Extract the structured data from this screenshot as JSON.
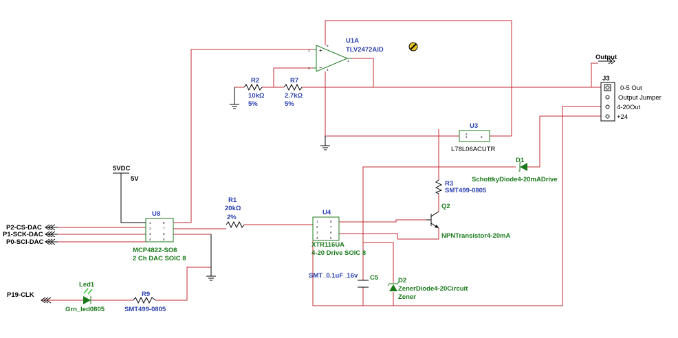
{
  "opamp": {
    "ref": "U1A",
    "part": "TLV2472AID"
  },
  "r2": {
    "ref": "R2",
    "value": "10kΩ",
    "tol": "5%"
  },
  "r7": {
    "ref": "R7",
    "value": "2.7kΩ",
    "tol": "5%"
  },
  "r1": {
    "ref": "R1",
    "value": "20kΩ",
    "tol": "2%"
  },
  "r3": {
    "ref": "R3",
    "part": "SMT499-0805"
  },
  "r9": {
    "ref": "R9",
    "part": "SMT499-0805"
  },
  "u3": {
    "ref": "U3",
    "part": "L78L06ACUTR"
  },
  "u8": {
    "ref": "U8",
    "part": "MCP4822-SO8",
    "desc": "2 Ch DAC SOIC 8"
  },
  "u4": {
    "ref": "U4",
    "part": "XTR116UA",
    "desc": "4-20 Drive SOIC 8"
  },
  "q2": {
    "ref": "Q2",
    "part": "NPNTransistor4-20mA"
  },
  "d1": {
    "ref": "D1",
    "part": "SchottkyDiode4-20mADrive"
  },
  "d2": {
    "ref": "D2",
    "part": "ZenerDiode4-20Circuit",
    "type": "Zener"
  },
  "c5": {
    "ref": "C5",
    "part": "SMT_0.1uF_16v"
  },
  "led1": {
    "ref": "Led1",
    "part": "Grn_led0805"
  },
  "j3": {
    "ref": "J3",
    "desc": "Output Jumper",
    "pins": [
      "0-5 Out",
      "Output Jumper",
      "4-20Out",
      "+24"
    ]
  },
  "power": {
    "vdc_label": "5VDC",
    "v_label": "5V"
  },
  "output_label": "Output",
  "ports": {
    "cs": "P2-CS-DAC",
    "sck": "P1-SCK-DAC",
    "sci": "P0-SCI-DAC",
    "clk": "P19-CLK"
  },
  "pins": {
    "p1": "1",
    "p2": "2",
    "p3": "3",
    "p4": "4",
    "p5": "5",
    "p6": "6",
    "p7": "7",
    "p8": "8"
  },
  "colors": {
    "wire": "#c0282f",
    "ref_text": "#2a3fb0",
    "part_text": "#1a7a1a",
    "component": "#1a7a1a"
  },
  "icons": {
    "probe": "probe-icon"
  }
}
